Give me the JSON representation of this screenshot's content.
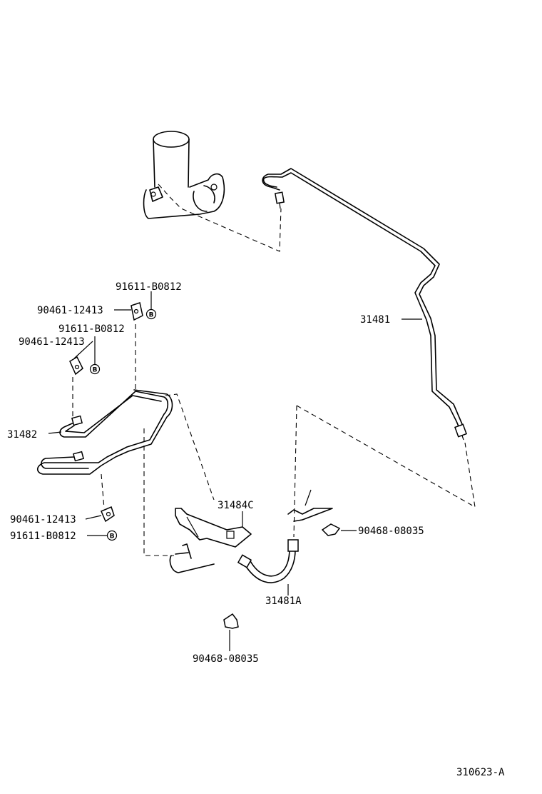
{
  "callouts": {
    "p31481": "31481",
    "p31482": "31482",
    "p31484c": "31484C",
    "p31481a": "31481A",
    "bolt_top": "91611-B0812",
    "clamp_top": "90461-12413",
    "bolt_mid": "91611-B0812",
    "clamp_mid": "90461-12413",
    "clamp_low": "90461-12413",
    "bolt_low": "91611-B0812",
    "clip_right": "90468-08035",
    "clip_bottom": "90468-08035"
  },
  "bolt_symbol": "B",
  "diagram_code": "310623-A"
}
